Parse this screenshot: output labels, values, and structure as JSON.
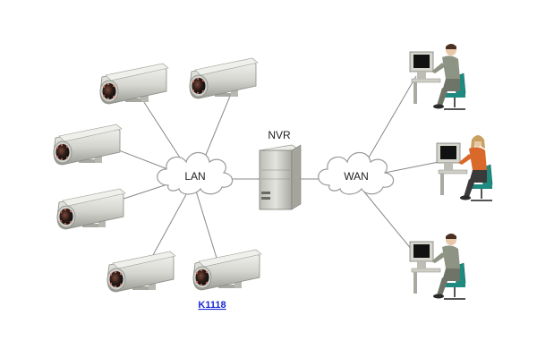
{
  "labels": {
    "lan": "LAN",
    "wan": "WAN",
    "nvr": "NVR",
    "caption": "K1118"
  },
  "icons": {
    "camera": "cctv-camera-icon",
    "cloud": "cloud-icon",
    "server": "server-tower-icon",
    "workstation": "computer-user-icon"
  },
  "colors": {
    "camera_body": "#d8d8d4",
    "cloud_fill": "#ffffff",
    "line": "#888888",
    "caption_link": "#1a2ad6",
    "chair_teal": "#1f8a80",
    "shirt_orange": "#d9692b",
    "suit_gray": "#8e9484"
  }
}
